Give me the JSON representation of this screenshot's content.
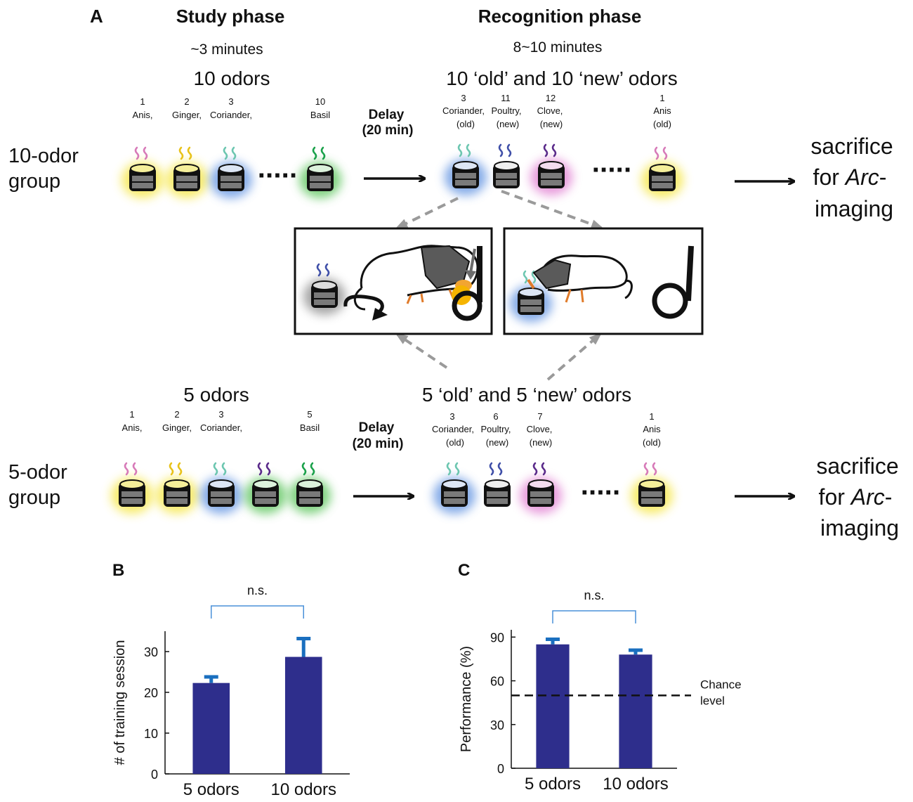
{
  "panel_a": {
    "label": "A",
    "study_title": "Study phase",
    "study_duration": "~3 minutes",
    "recog_title": "Recognition phase",
    "recog_duration": "8~10 minutes",
    "delay_label": "Delay",
    "delay_time": "(20 min)",
    "dots": "·····",
    "group10": {
      "name_line1": "10-odor",
      "name_line2": "group",
      "study_count": "10 odors",
      "recog_count": "10 ‘old’ and 10 ‘new’ odors",
      "study_odors": [
        {
          "num": "1",
          "name": "Anis,"
        },
        {
          "num": "2",
          "name": "Ginger,"
        },
        {
          "num": "3",
          "name": "Coriander,"
        },
        {
          "num": "10",
          "name": "Basil"
        }
      ],
      "recog_odors": [
        {
          "num": "3",
          "name": "Coriander,",
          "status": "(old)"
        },
        {
          "num": "11",
          "name": "Poultry,",
          "status": "(new)"
        },
        {
          "num": "12",
          "name": "Clove,",
          "status": "(new)"
        },
        {
          "num": "1",
          "name": "Anis",
          "status": "(old)"
        }
      ]
    },
    "group5": {
      "name_line1": "5-odor",
      "name_line2": "group",
      "study_count": "5 odors",
      "recog_count": "5 ‘old’ and 5 ‘new’ odors",
      "study_odors": [
        {
          "num": "1",
          "name": "Anis,"
        },
        {
          "num": "2",
          "name": "Ginger,"
        },
        {
          "num": "3",
          "name": "Coriander,"
        },
        {
          "num": "5",
          "name": "Basil"
        }
      ],
      "recog_odors": [
        {
          "num": "3",
          "name": "Coriander,",
          "status": "(old)"
        },
        {
          "num": "6",
          "name": "Poultry,",
          "status": "(new)"
        },
        {
          "num": "7",
          "name": "Clove,",
          "status": "(new)"
        },
        {
          "num": "1",
          "name": "Anis",
          "status": "(old)"
        }
      ]
    },
    "outcome": {
      "line1": "sacrifice",
      "line2_prefix": "for ",
      "line2_italic": "Arc",
      "line2_suffix": "-",
      "line3": "imaging"
    },
    "colors": {
      "yellow": "#f5e53a",
      "blue": "#5b8fe0",
      "green": "#55c255",
      "pink": "#e07ad0",
      "purple": "#3b2a8a",
      "fume_pink": "#d77ab8",
      "fume_yellow": "#e8c21a",
      "fume_teal": "#6cc6b0",
      "fume_green": "#1aa14a",
      "fume_indigo": "#3f4fa8",
      "fume_purple": "#5a2a8a"
    }
  },
  "chart_data": [
    {
      "panel": "B",
      "type": "bar",
      "categories": [
        "5 odors",
        "10 odors"
      ],
      "values": [
        22.3,
        28.7
      ],
      "errors": [
        1.5,
        4.5
      ],
      "ylabel": "# of training session",
      "ylim": [
        0,
        35
      ],
      "yticks": [
        0,
        10,
        20,
        30
      ],
      "significance": "n.s.",
      "bar_color": "#2e2e8c",
      "error_color": "#1a6fbf"
    },
    {
      "panel": "C",
      "type": "bar",
      "categories": [
        "5 odors",
        "10 odors"
      ],
      "values": [
        85,
        78
      ],
      "errors": [
        3.5,
        3
      ],
      "ylabel": "Performance (%)",
      "ylim": [
        0,
        95
      ],
      "yticks": [
        0,
        30,
        60,
        90
      ],
      "significance": "n.s.",
      "reference_line": {
        "value": 50,
        "label_line1": "Chance",
        "label_line2": "level"
      },
      "bar_color": "#2e2e8c",
      "error_color": "#1a6fbf"
    }
  ]
}
